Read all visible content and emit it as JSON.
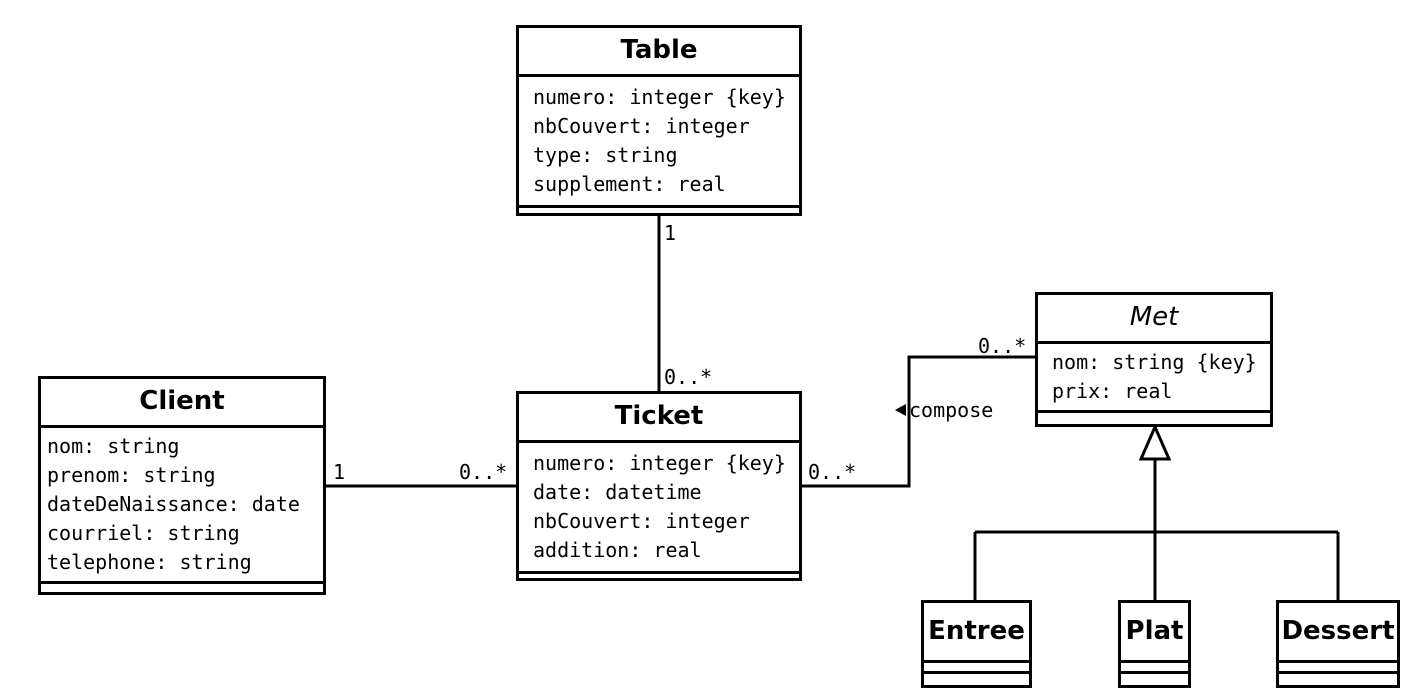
{
  "classes": {
    "table": {
      "name": "Table",
      "attributes": [
        "numero: integer {key}",
        "nbCouvert: integer",
        "type: string",
        "supplement: real"
      ]
    },
    "client": {
      "name": "Client",
      "attributes": [
        "nom: string",
        "prenom: string",
        "dateDeNaissance: date",
        "courriel: string",
        "telephone: string"
      ]
    },
    "ticket": {
      "name": "Ticket",
      "attributes": [
        "numero: integer {key}",
        "date: datetime",
        "nbCouvert: integer",
        "addition: real"
      ]
    },
    "met": {
      "name": "Met",
      "abstract": true,
      "attributes": [
        "nom: string {key}",
        "prix: real"
      ]
    },
    "entree": {
      "name": "Entree",
      "attributes": []
    },
    "plat": {
      "name": "Plat",
      "attributes": []
    },
    "dessert": {
      "name": "Dessert",
      "attributes": []
    }
  },
  "associations": {
    "table_ticket": {
      "table_end": "1",
      "ticket_end": "0..*"
    },
    "client_ticket": {
      "client_end": "1",
      "ticket_end": "0..*"
    },
    "ticket_met": {
      "label": "compose",
      "ticket_end": "0..*",
      "met_end": "0..*"
    }
  },
  "generalization": {
    "parent": "Met",
    "children": [
      "Entree",
      "Plat",
      "Dessert"
    ]
  }
}
